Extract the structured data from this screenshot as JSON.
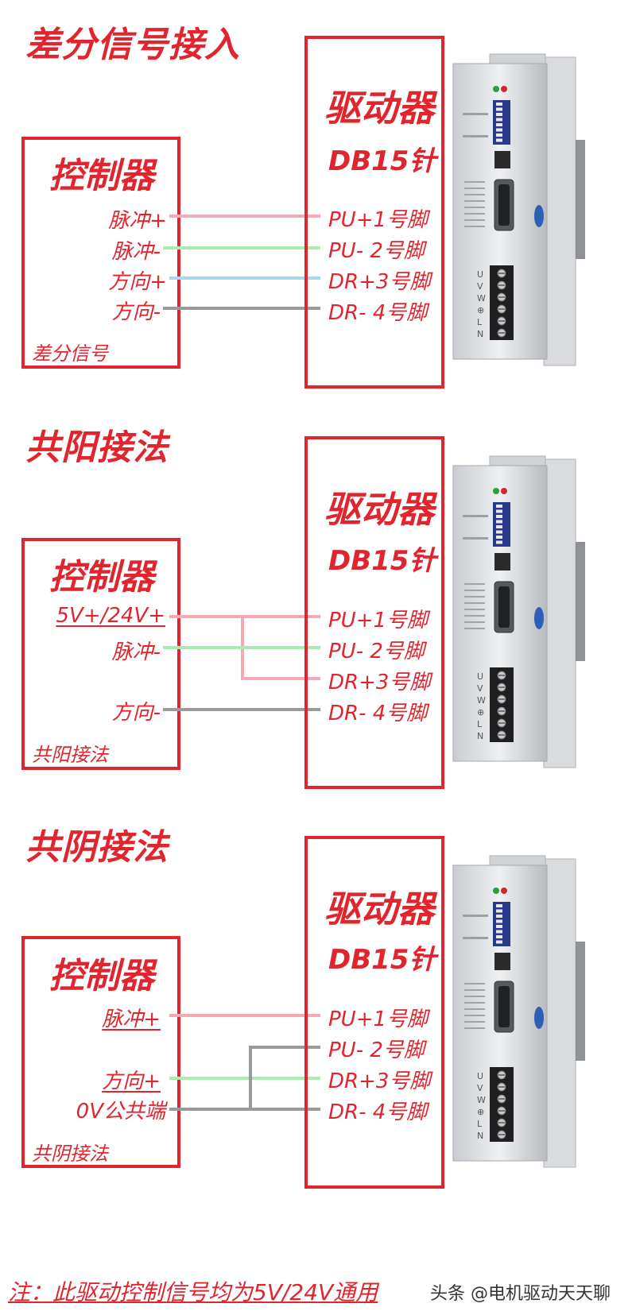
{
  "colors": {
    "accent": "#e0252f",
    "pink": "#f4a9b5",
    "green": "#a8ecb0",
    "blue": "#a9d8ec",
    "gray": "#9a9a9a"
  },
  "sections": [
    {
      "title": "差分信号接入",
      "controller": {
        "title": "控制器",
        "signals": [
          "脉冲+",
          "脉冲-",
          "方向+",
          "方向-"
        ],
        "footer": "差分信号"
      },
      "driver": {
        "title": "驱动器",
        "connector": "DB15针",
        "pins": [
          "PU+1号脚",
          "PU- 2号脚",
          "DR+3号脚",
          "DR- 4号脚"
        ]
      }
    },
    {
      "title": "共阳接法",
      "controller": {
        "title": "控制器",
        "signals": [
          "5V+/24V+",
          "脉冲-",
          "方向-"
        ],
        "footer": "共阳接法"
      },
      "driver": {
        "title": "驱动器",
        "connector": "DB15针",
        "pins": [
          "PU+1号脚",
          "PU- 2号脚",
          "DR+3号脚",
          "DR- 4号脚"
        ]
      }
    },
    {
      "title": "共阴接法",
      "controller": {
        "title": "控制器",
        "signals": [
          "脉冲+",
          "方向+",
          "0V公共端"
        ],
        "footer": "共阴接法"
      },
      "driver": {
        "title": "驱动器",
        "connector": "DB15针",
        "pins": [
          "PU+1号脚",
          "PU- 2号脚",
          "DR+3号脚",
          "DR- 4号脚"
        ]
      }
    }
  ],
  "device": {
    "terminal_labels": [
      "U",
      "V",
      "W",
      "⊕",
      "L",
      "N"
    ]
  },
  "note": "注：此驱动控制信号均为5V/24V通用",
  "credit": "头条 @电机驱动天天聊"
}
